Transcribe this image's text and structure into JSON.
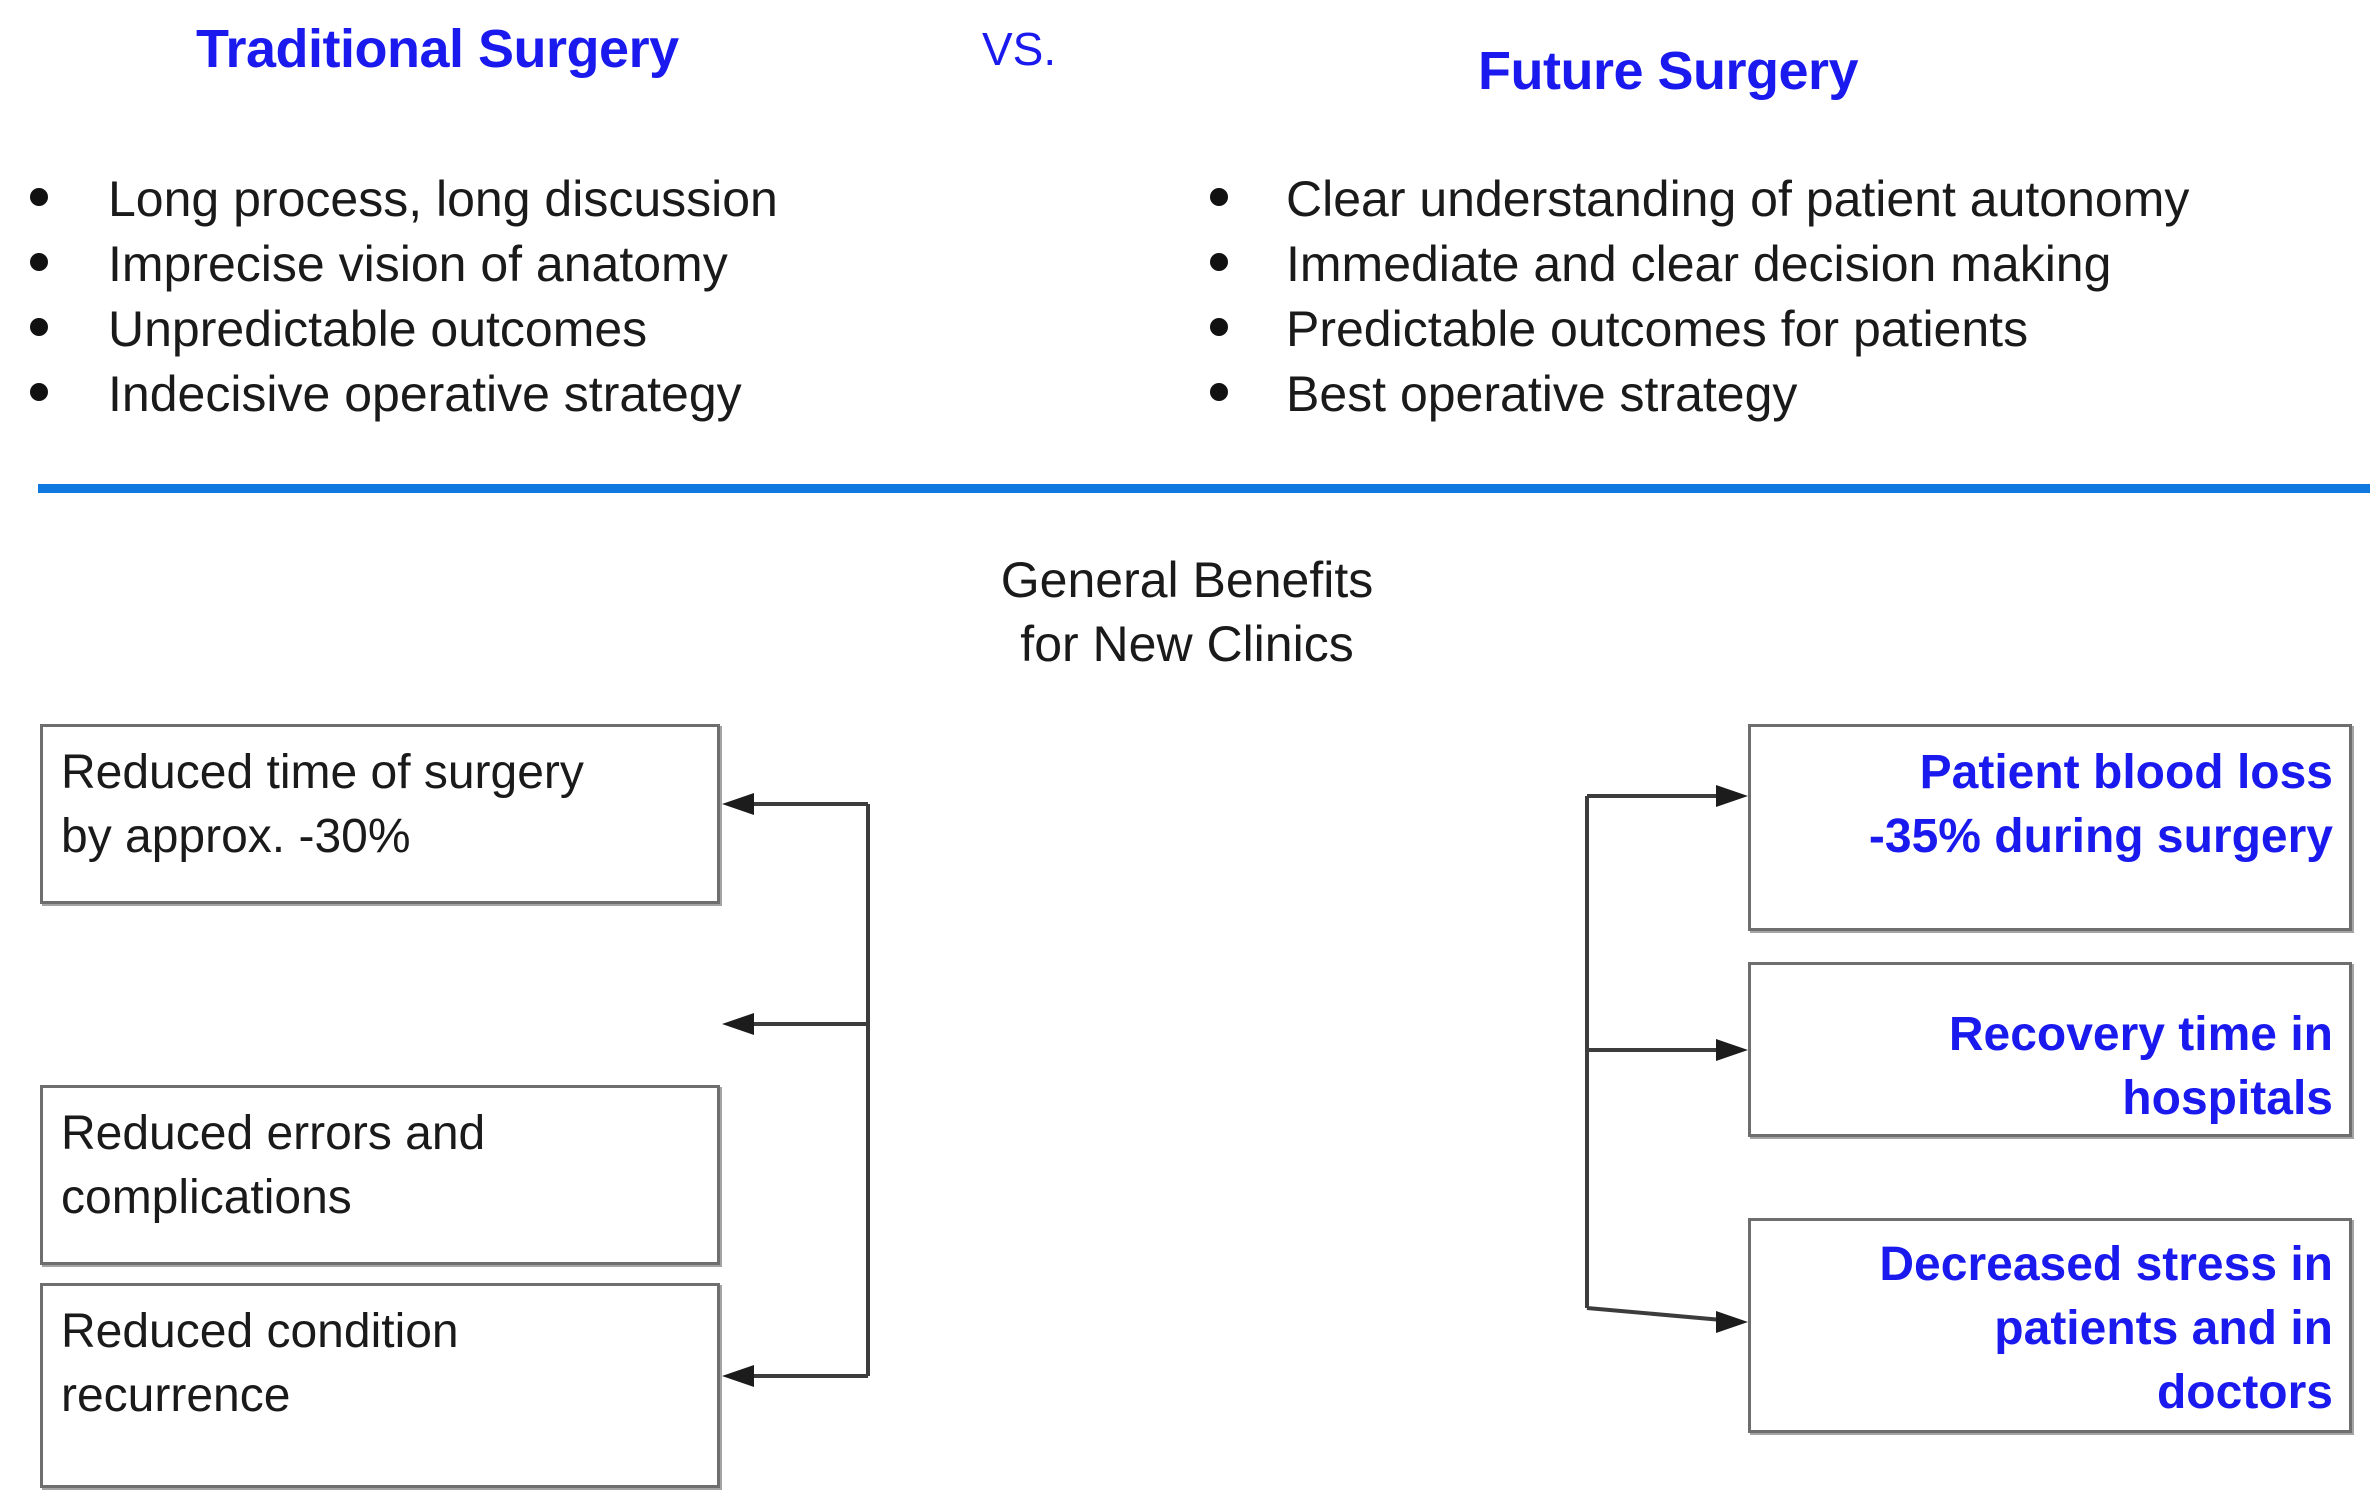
{
  "headings": {
    "left": "Traditional Surgery",
    "middle": "VS.",
    "right": "Future Surgery"
  },
  "colors": {
    "accent_blue": "#1a1aee",
    "divider_blue": "#1079e0",
    "text_black": "#1a1a1a",
    "box_border": "#6e6e6e",
    "connector": "#3c3c3c"
  },
  "traditional_list": [
    {
      "text": "Long process, long discussion"
    },
    {
      "text": "Imprecise vision of anatomy"
    },
    {
      "text": "Unpredictable outcomes"
    },
    {
      "text": "Indecisive operative strategy"
    }
  ],
  "future_list": [
    {
      "text": "Clear understanding of patient autonomy"
    },
    {
      "text": "Immediate and clear decision making"
    },
    {
      "text": "Predictable outcomes for patients"
    },
    {
      "text": "Best operative strategy"
    }
  ],
  "center_title": {
    "line1": "General Benefits",
    "line2": "for New Clinics"
  },
  "left_boxes": [
    {
      "line1": "Reduced time of surgery",
      "line2": "by approx. -30%"
    },
    {
      "line1": "Reduced errors and",
      "line2": "complications"
    },
    {
      "line1": "Reduced condition",
      "line2": "recurrence"
    }
  ],
  "right_boxes": [
    {
      "line1": "Patient blood loss",
      "line2": "-35% during surgery",
      "line3": ""
    },
    {
      "line1": "Recovery time in",
      "line2": "hospitals",
      "line3": ""
    },
    {
      "line1": "Decreased stress in",
      "line2": "patients and in",
      "line3": "doctors"
    }
  ],
  "icons": {
    "bullet": "bullet-dot-icon",
    "arrow_left": "arrow-left-icon",
    "arrow_right": "arrow-right-icon"
  }
}
